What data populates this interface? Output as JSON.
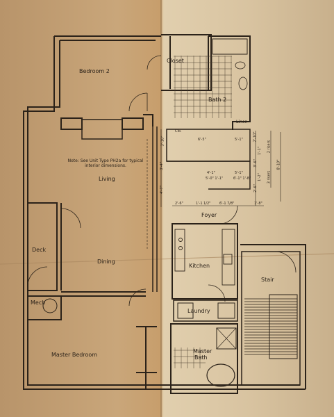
{
  "rooms": {
    "bedroom2": "Bedroom 2",
    "closet": "Closet",
    "bath2": "Bath 2",
    "linen": "Linen",
    "clo": "Clo.",
    "living": "Living",
    "dining": "Dining",
    "deck": "Deck",
    "mech": "Mech",
    "foyer": "Foyer",
    "kitchen": "Kitchen",
    "laundry": "Laundry",
    "stair": "Stair",
    "master_bedroom": "Master Bedroom",
    "master_bath_1": "Master",
    "master_bath_2": "Bath"
  },
  "note": "Note: See Unit Type PH2a for typical interior dimensions.",
  "dimensions": {
    "left_stack": [
      "3'-10\"",
      "3'-4\"",
      "4'-7\""
    ],
    "d1": "6'-5\"",
    "d2": "5'-1\"",
    "d3": "4'-1\"",
    "d4": "5'-1\"",
    "d5": "5'-0\" 1'-1\"",
    "d6": "6'-1\" 1'-8\"",
    "bottom_row": [
      "2'-6\"",
      "1'-1 1/2\"",
      "6'-1 7/8\"",
      "1'-8\""
    ],
    "right_stack": [
      "2'-10\"",
      "1'-1\"",
      "3'-6\"",
      "1'-2\"",
      "2'-6\""
    ],
    "far_right": "8'-10\"",
    "run_1": "2 risers",
    "run_2": "3 risers"
  },
  "colors": {
    "paper": "#c9a97c",
    "paper_light": "#ddc9a6",
    "ink": "#2b2219"
  }
}
